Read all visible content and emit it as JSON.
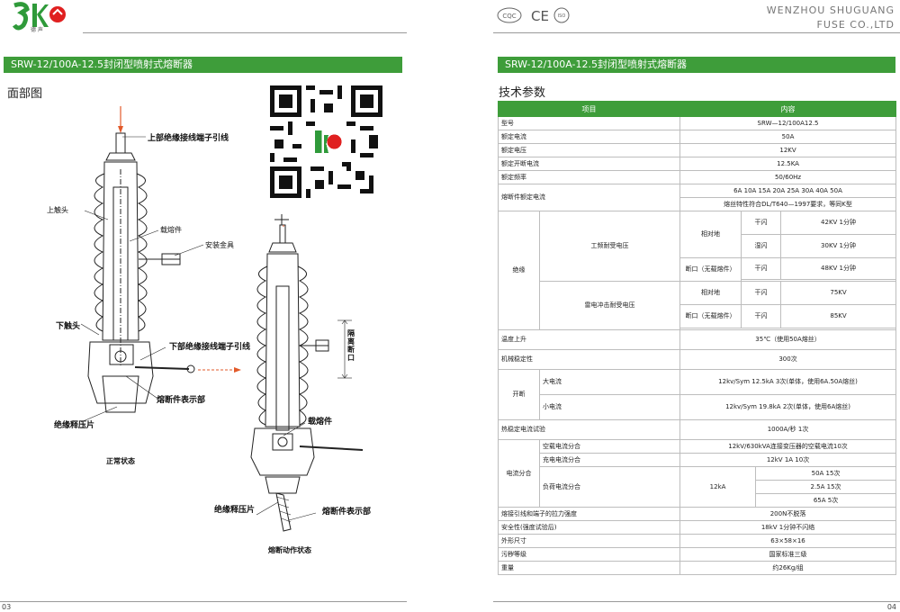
{
  "left": {
    "logo_text": "S K",
    "logo_sub": "德 声",
    "banner": "SRW-12/100A-12.5封闭型喷射式熔断器",
    "section_title": "面部图",
    "labels": {
      "upper_terminal": "上部绝缘接线端子引线",
      "upper_contact": "上触头",
      "fuse_carrier": "载熔件",
      "mount_fitting": "安装金具",
      "lower_contact": "下触头",
      "lower_terminal": "下部绝缘接线端子引线",
      "fuse_indicator": "熔断件表示部",
      "insulating_plate": "绝缘释压片",
      "normal_state": "正常状态",
      "fuse_carrier_2": "载熔件",
      "isolation_gap": "隔离断口",
      "insulating_plate_2": "绝缘释压片",
      "fuse_indicator_2": "熔断件表示部",
      "blown_state": "熔断动作状态"
    },
    "page_number": "03"
  },
  "right": {
    "cert_marks": [
      "CQC",
      "CE",
      "ISO"
    ],
    "company_line1": "WENZHOU SHUGUANG",
    "company_line2": "FUSE CO.,LTD",
    "banner": "SRW-12/100A-12.5封闭型喷射式熔断器",
    "section_title": "技术参数",
    "table": {
      "head_item": "项目",
      "head_content": "内容",
      "rows": {
        "model": [
          "型号",
          "SRW—12/100A12.5"
        ],
        "current": [
          "额定电流",
          "50A"
        ],
        "voltage": [
          "额定电压",
          "12KV"
        ],
        "breaking": [
          "额定开断电流",
          "12.5KA"
        ],
        "freq": [
          "额定频率",
          "50/60Hz"
        ],
        "fuse_rating": [
          "熔断件额定电流",
          "6A 10A 15A 20A 25A 30A 40A 50A",
          "熔丝特性符合DL/T640—1997要求，等同K型"
        ],
        "insulation": {
          "group": "绝缘",
          "pf": "工频耐受电压",
          "li": "雷电冲击耐受电压",
          "to_ground": "相对地",
          "break_gap": "断口（无载熔件）",
          "dry": "干闪",
          "wet": "湿闪",
          "pf_g_dry": "42KV 1分钟",
          "pf_g_wet": "30KV 1分钟",
          "pf_b_dry": "48KV 1分钟",
          "li_g": "75KV",
          "li_b": "85KV"
        },
        "temp": [
          "温度上升",
          "35℃（使用50A熔丝）"
        ],
        "mech": [
          "机械稳定性",
          "300次"
        ],
        "breaking_tests": {
          "group": "开断",
          "large": "大电流",
          "large_val": "12kv/Sym 12.5kA 3次(单体，使用6A.50A熔丝)",
          "small": "小电流",
          "small_val": "12kv/Sym 19.8kA 2次(单体，使用6A熔丝)"
        },
        "thermal": [
          "热稳定电流试验",
          "1000A/秒 1次"
        ],
        "switching": {
          "group": "电流分合",
          "noload": "空载电流分合",
          "noload_val": "12kV/630kVA连接变压器的空载电流10次",
          "charging": "充电电流分合",
          "charging_val": "12kV 1A 10次",
          "load": "负荷电流分合",
          "load_kv": "12kA",
          "load_1": "50A 15次",
          "load_2": "2.5A 15次",
          "load_3": "65A 5次"
        },
        "tension": [
          "熔接引线和端子的拉力强度",
          "200N不脱落"
        ],
        "safety": [
          "安全性(强度试验后)",
          "18kV 1分钟不闪络"
        ],
        "size": [
          "外形尺寸",
          "63×58×16"
        ],
        "pollution": [
          "污秽等级",
          "国家标准三级"
        ],
        "weight": [
          "重量",
          "约26Kg/组"
        ]
      }
    },
    "page_number": "04"
  },
  "colors": {
    "accent": "#3e9d3a",
    "logo_green": "#2f9a3a",
    "logo_red": "#e02020"
  }
}
